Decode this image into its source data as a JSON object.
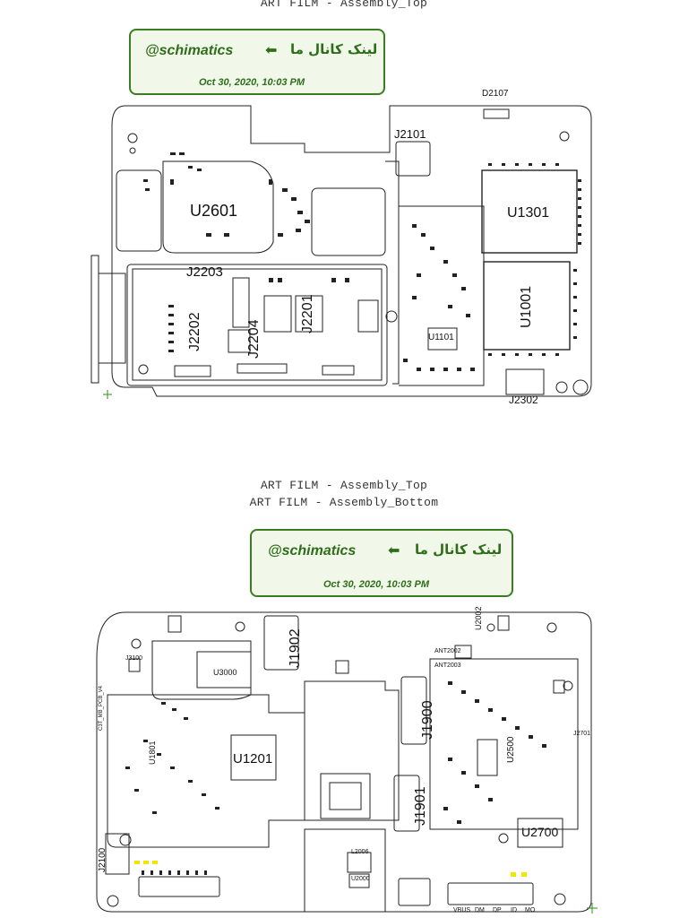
{
  "top_caption": "ART FILM - Assembly_Top",
  "middle_captions": [
    "ART FILM - Assembly_Top",
    "ART FILM - Assembly_Bottom"
  ],
  "banner": {
    "handle": "@schimatics",
    "farsi": "لینک کانال ما",
    "date": "Oct 30, 2020, 10:03 PM"
  },
  "top_board": {
    "labels": {
      "d2107": "D2107",
      "j2101": "J2101",
      "u1301": "U1301",
      "u2601": "U2601",
      "j2203": "J2203",
      "j2202": "J2202",
      "j2201": "J2201",
      "j2204": "J2204",
      "u1001": "U1001",
      "u1101": "U1101",
      "j2302": "J2302"
    }
  },
  "bottom_board": {
    "labels": {
      "j1902": "J1902",
      "j3100": "J3100",
      "u3000": "U3000",
      "j1900": "J1900",
      "u2002": "U2002",
      "ant2002": "ANT2002",
      "ant2003": "ANT2003",
      "u1201": "U1201",
      "j1901": "J1901",
      "u2500": "U2500",
      "j2701": "J2701",
      "u2700": "U2700",
      "j2100": "J2100",
      "u1801": "U1801",
      "l2006": "L2006",
      "u2000": "U2000",
      "pcb_id": "C3T_MB_PCB_V4",
      "bottom_pins": [
        "VBUS",
        "DM",
        "DP",
        "ID",
        "MO"
      ]
    }
  },
  "colors": {
    "accent": "#2e6d19",
    "banner_bg": "#f1f8e9",
    "line": "#222222",
    "yellow": "#f2e600"
  }
}
